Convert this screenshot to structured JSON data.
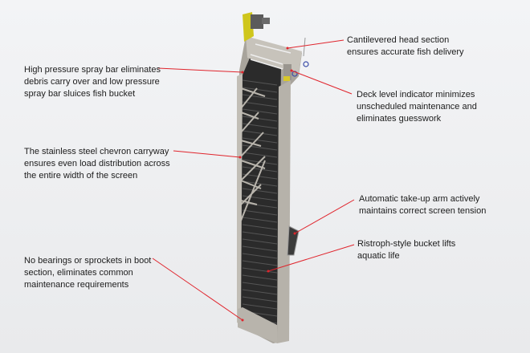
{
  "colors": {
    "leader": "#e0242c",
    "frame": "#9a968f",
    "bucket": "#2a2a2a",
    "motor": "#c9c21a"
  },
  "callouts": [
    {
      "id": "cantilevered",
      "lines": [
        "Cantilevered head section",
        "ensures accurate fish delivery"
      ]
    },
    {
      "id": "deck-level",
      "lines": [
        "Deck level indicator minimizes",
        "unscheduled maintenance and",
        "eliminates guesswork"
      ]
    },
    {
      "id": "spray-bar",
      "lines": [
        "High pressure spray bar eliminates",
        "debris carry over and low pressure",
        "spray bar sluices fish bucket"
      ]
    },
    {
      "id": "chevron",
      "lines": [
        "The stainless steel chevron carryway",
        "ensures even load distribution across",
        "the entire width of the screen"
      ]
    },
    {
      "id": "take-up",
      "lines": [
        "Automatic take-up arm actively",
        "maintains correct screen tension"
      ]
    },
    {
      "id": "ristroph",
      "lines": [
        "Ristroph-style bucket lifts",
        "aquatic life"
      ]
    },
    {
      "id": "boot",
      "lines": [
        "No bearings or sprockets in boot",
        "section, eliminates common",
        "maintenance requirements"
      ]
    }
  ]
}
